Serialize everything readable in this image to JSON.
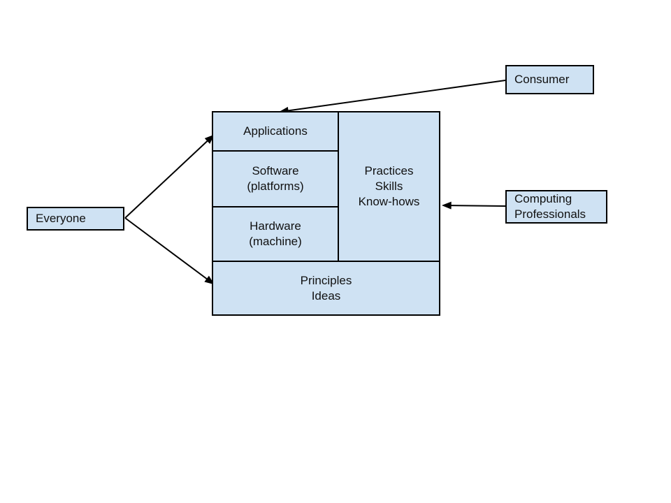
{
  "stack": {
    "applications": [
      "Applications"
    ],
    "software": [
      "Software",
      "(platforms)"
    ],
    "hardware": [
      "Hardware",
      "(machine)"
    ],
    "practices": [
      "Practices",
      "Skills",
      "Know-hows"
    ],
    "principles": [
      "Principles",
      "Ideas"
    ]
  },
  "actors": {
    "everyone": [
      "Everyone"
    ],
    "consumer": [
      "Consumer"
    ],
    "computing_professionals": [
      "Computing",
      "Professionals"
    ]
  },
  "edges": [
    {
      "from": "consumer",
      "to": "applications"
    },
    {
      "from": "computing-professionals",
      "to": "practices-skills-know-hows"
    },
    {
      "from": "everyone",
      "to": "applications"
    },
    {
      "from": "everyone",
      "to": "principles-ideas"
    }
  ],
  "colors": {
    "background": "#ffffff",
    "box_fill": "#cfe2f3",
    "box_border": "#000000",
    "arrow": "#000000",
    "text": "#111111"
  }
}
